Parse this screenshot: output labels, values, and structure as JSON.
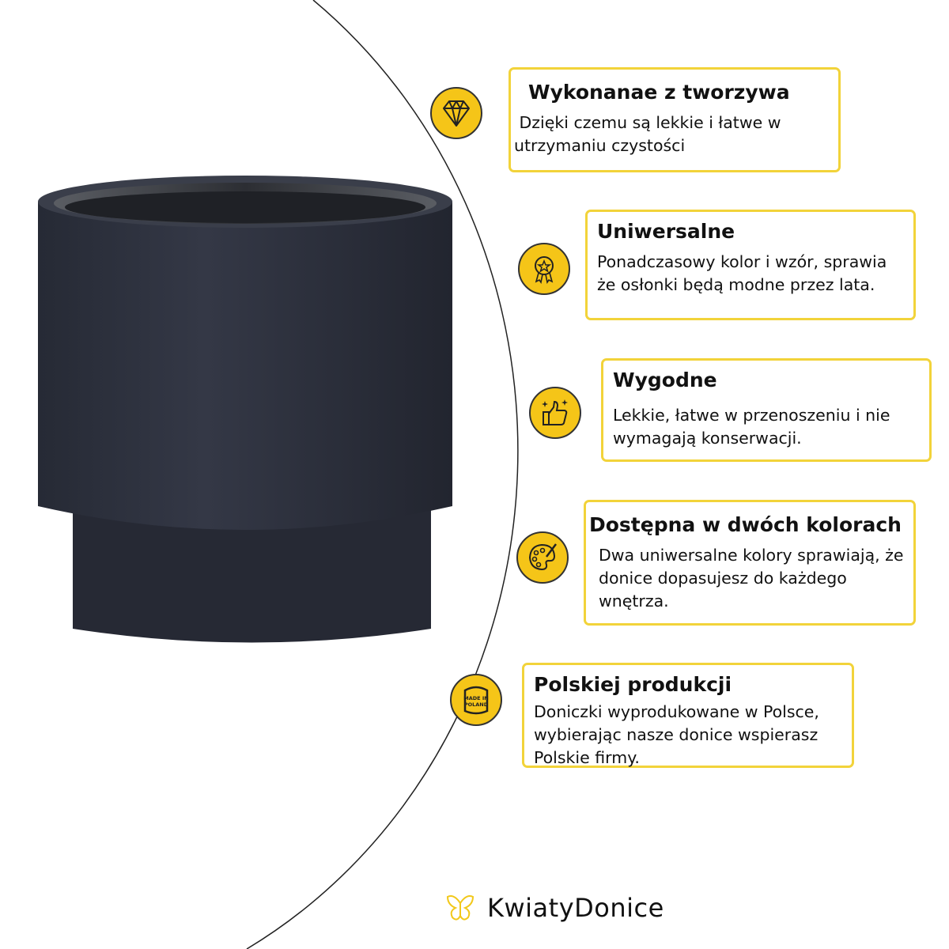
{
  "features": [
    {
      "title": "Wykonanae z tworzywa",
      "text": " Dzięki czemu są lekkie i łatwe w utrzymaniu czystości",
      "icon": "diamond-icon"
    },
    {
      "title": "Uniwersalne",
      "text": "Ponadczasowy kolor i wzór, sprawia że osłonki będą modne przez lata.",
      "icon": "award-medal-icon"
    },
    {
      "title": "Wygodne",
      "text": "Lekkie, łatwe w przenoszeniu i nie wymagają konserwacji.",
      "icon": "thumbs-up-icon"
    },
    {
      "title": "Dostępna w dwóch kolorach",
      "text": "Dwa uniwersalne kolory sprawiają, że donice dopasujesz do każdego wnętrza.",
      "icon": "palette-icon"
    },
    {
      "title": "Polskiej produkcji",
      "text": "Doniczki wyprodukowane w Polsce, wybierając nasze donice wspierasz Polskie firmy.",
      "icon": "made-in-poland-icon"
    }
  ],
  "badge_text": "MADE IN POLAND",
  "brand": {
    "name": "KwiatyDonice"
  },
  "colors": {
    "accent": "#F5C518",
    "border": "#F2D33A",
    "pot": "#2F3340"
  }
}
